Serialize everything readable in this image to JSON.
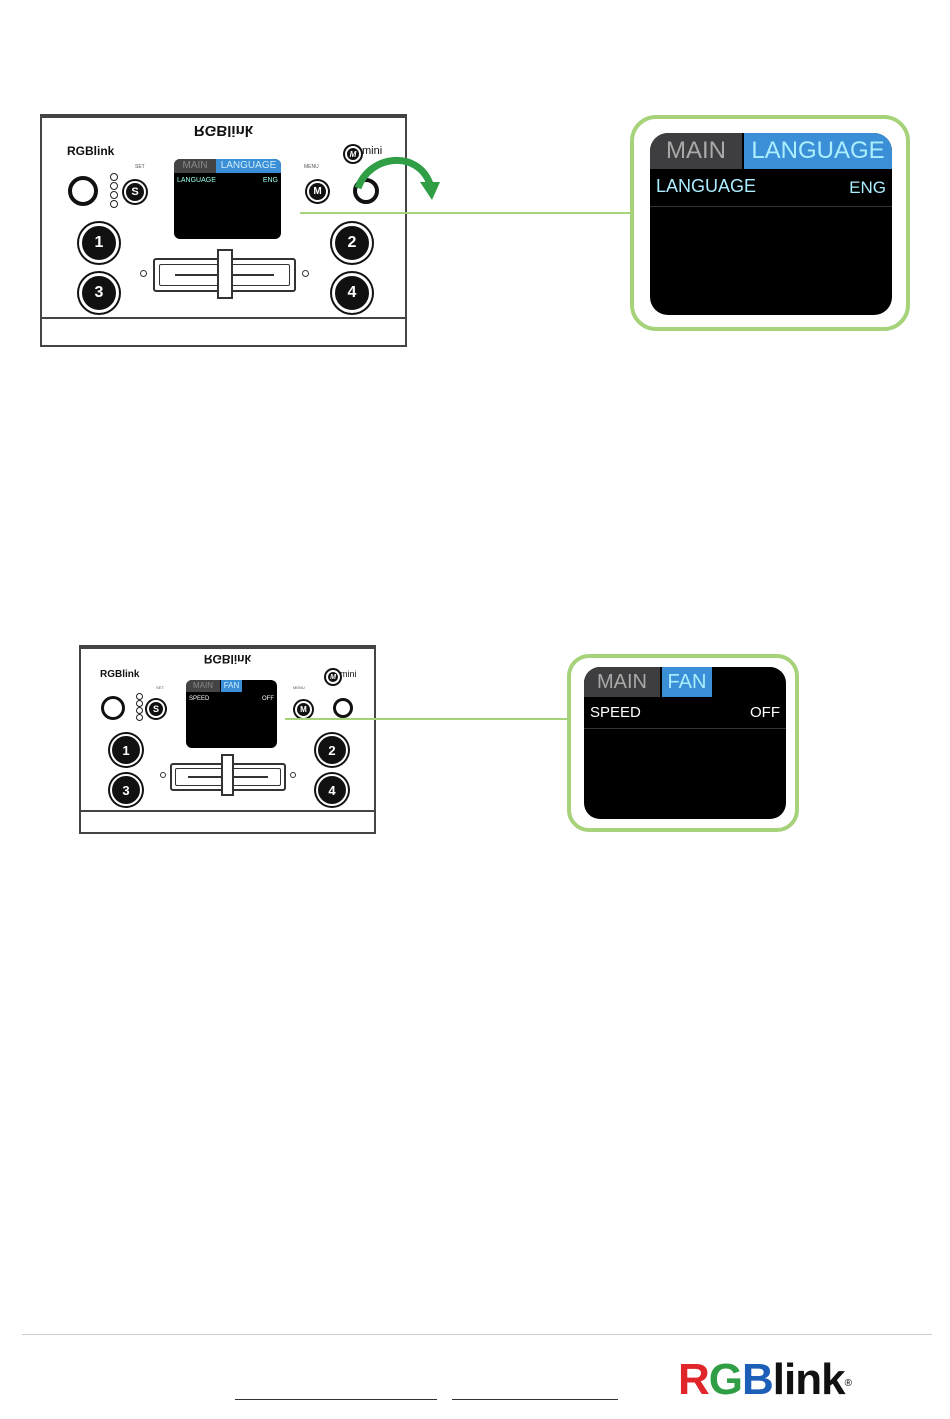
{
  "figure1": {
    "device": {
      "top_logo": "RGBlink",
      "brand": "RGBlink",
      "model_mark": "M",
      "model_text": "mini",
      "set_label": "SET",
      "menu_label": "MENU",
      "s_button": "S",
      "m_button": "M",
      "buttons": [
        "1",
        "2",
        "3",
        "4"
      ],
      "screen": {
        "tab_main": "MAIN",
        "tab_selected": "LANGUAGE",
        "row_label": "LANGUAGE",
        "row_value": "ENG"
      }
    },
    "zoom": {
      "tab_main": "MAIN",
      "tab_selected": "LANGUAGE",
      "row_label": "LANGUAGE",
      "row_value": "ENG"
    }
  },
  "figure2": {
    "device": {
      "top_logo": "RGBlink",
      "brand": "RGBlink",
      "model_mark": "M",
      "model_text": "mini",
      "set_label": "SET",
      "menu_label": "MENU",
      "s_button": "S",
      "m_button": "M",
      "buttons": [
        "1",
        "2",
        "3",
        "4"
      ],
      "screen": {
        "tab_main": "MAIN",
        "tab_selected": "FAN",
        "row_label": "SPEED",
        "row_value": "OFF"
      }
    },
    "zoom": {
      "tab_main": "MAIN",
      "tab_selected": "FAN",
      "row_label": "SPEED",
      "row_value": "OFF"
    }
  },
  "footer": {
    "logo_rgb": "RGB",
    "logo_link": "link",
    "registered": "®",
    "colors": {
      "r": "#e0262b",
      "g": "#2f9e44",
      "b": "#1d5fb8",
      "link": "#111111"
    }
  }
}
